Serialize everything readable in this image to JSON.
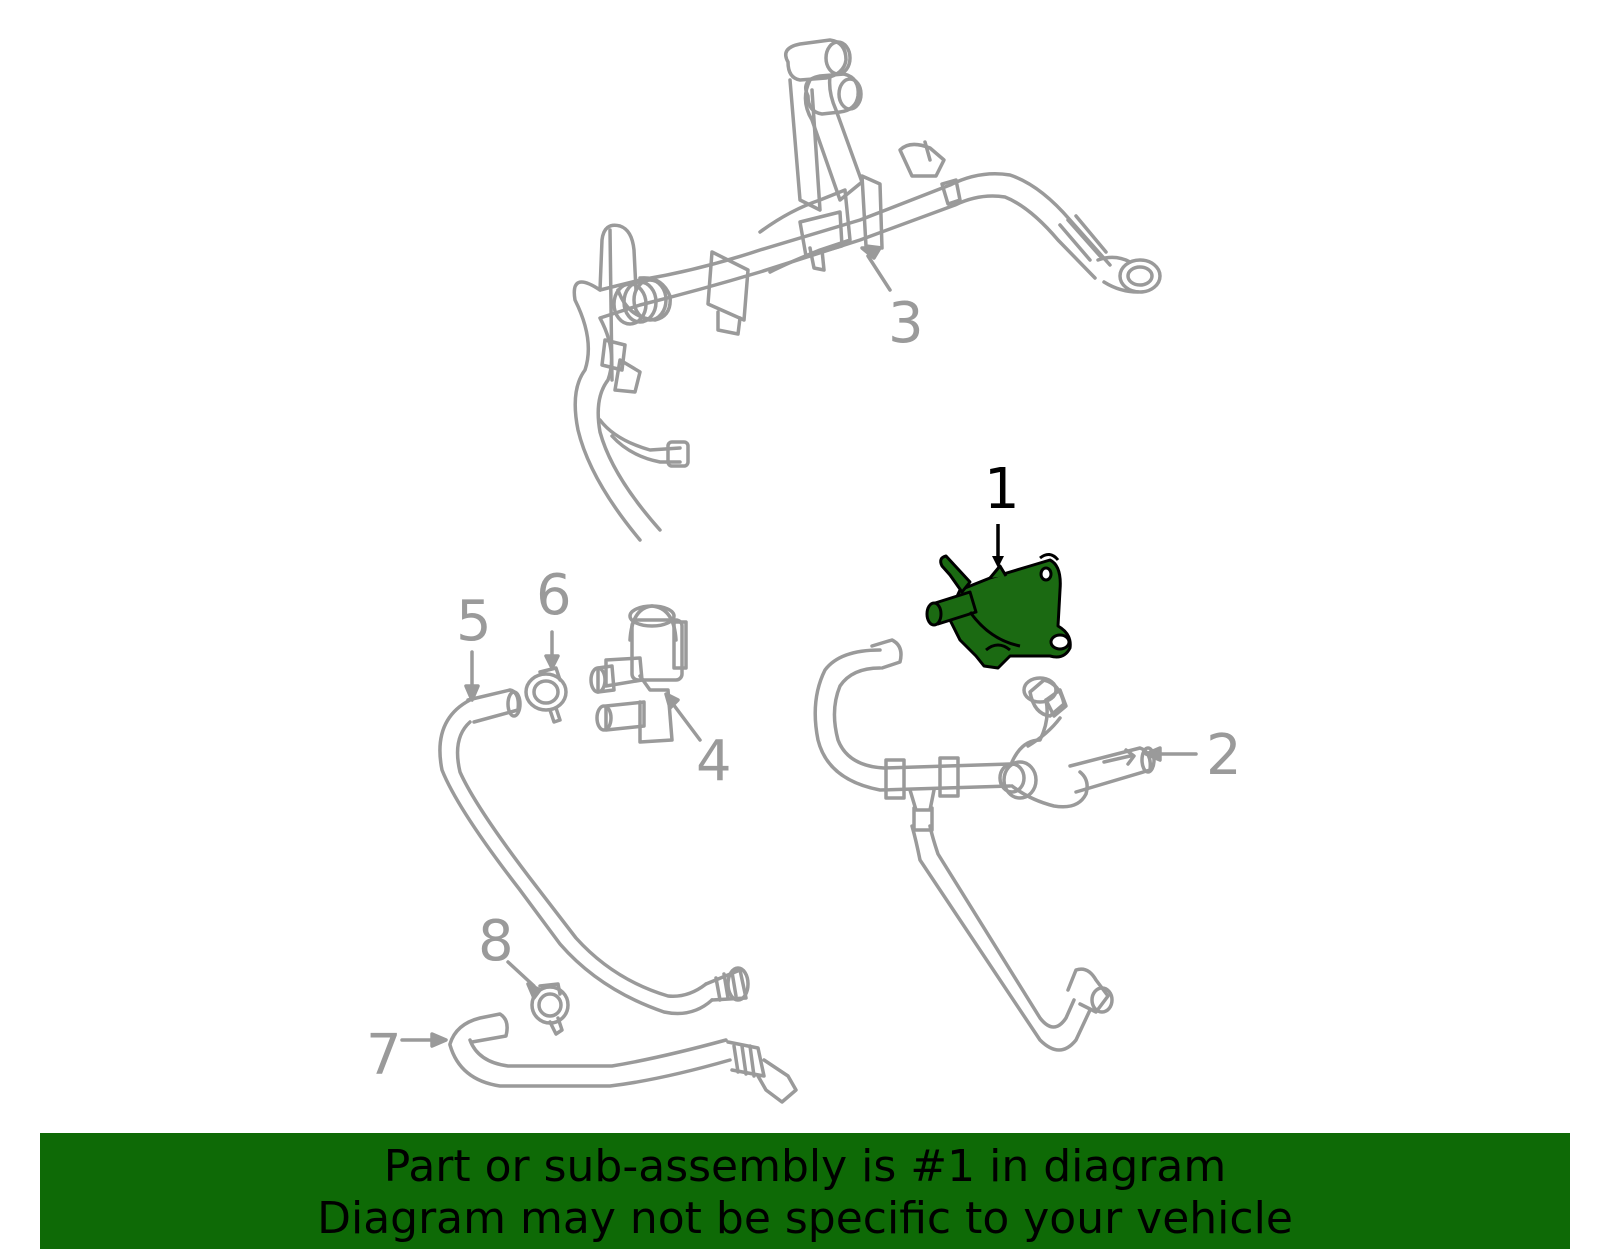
{
  "callouts": [
    {
      "id": "1",
      "label": "1",
      "highlighted": true
    },
    {
      "id": "2",
      "label": "2",
      "highlighted": false
    },
    {
      "id": "3",
      "label": "3",
      "highlighted": false
    },
    {
      "id": "4",
      "label": "4",
      "highlighted": false
    },
    {
      "id": "5",
      "label": "5",
      "highlighted": false
    },
    {
      "id": "6",
      "label": "6",
      "highlighted": false
    },
    {
      "id": "7",
      "label": "7",
      "highlighted": false
    },
    {
      "id": "8",
      "label": "8",
      "highlighted": false
    }
  ],
  "banner": {
    "line1": "Part or sub-assembly is #1 in diagram",
    "line2": "Diagram may not be specific to your vehicle"
  },
  "colors": {
    "banner_bg": "#0e6a06",
    "highlight_part": "#1b6a12",
    "line_art": "#9a9a9a",
    "active_label": "#000000"
  }
}
